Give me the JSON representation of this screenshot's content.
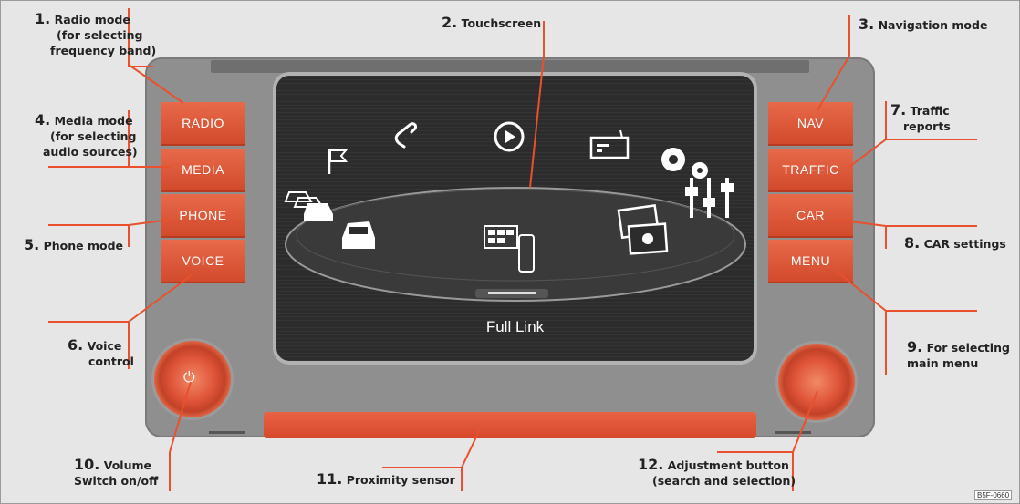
{
  "callouts": {
    "c1": {
      "num": "1.",
      "l1": "Radio mode",
      "l2": "(for selecting",
      "l3": "frequency band)"
    },
    "c2": {
      "num": "2.",
      "l1": "Touchscreen"
    },
    "c3": {
      "num": "3.",
      "l1": "Navigation mode"
    },
    "c4": {
      "num": "4.",
      "l1": "Media mode",
      "l2": "(for selecting",
      "l3": "audio sources)"
    },
    "c5": {
      "num": "5.",
      "l1": "Phone mode"
    },
    "c6": {
      "num": "6.",
      "l1": "Voice",
      "l2": "control"
    },
    "c7": {
      "num": "7.",
      "l1": "Traffic",
      "l2": "reports"
    },
    "c8": {
      "num": "8.",
      "l1": "CAR settings"
    },
    "c9": {
      "num": "9.",
      "l1": "For selecting",
      "l2": "main menu"
    },
    "c10": {
      "num": "10.",
      "l1": "Volume",
      "l2": "Switch on/off"
    },
    "c11": {
      "num": "11.",
      "l1": "Proximity sensor"
    },
    "c12": {
      "num": "12.",
      "l1": "Adjustment button",
      "l2": "(search and selection)"
    }
  },
  "buttons": {
    "radio": "RADIO",
    "media": "MEDIA",
    "phone": "PHONE",
    "voice": "VOICE",
    "nav": "NAV",
    "traffic": "TRAFFIC",
    "car": "CAR",
    "menu": "MENU"
  },
  "screen": {
    "label": "Full Link",
    "icons": [
      "flag-icon",
      "phone-handset-icon",
      "play-icon",
      "radio-icon",
      "gears-icon",
      "equalizer-icon",
      "traffic-cars-icon",
      "car-icon",
      "apps-icon",
      "photo-icon"
    ]
  },
  "figure_code": "B5F-0660",
  "colors": {
    "accent": "#e0553a",
    "housing": "#8f8f8f",
    "screen": "#2c2c2c"
  }
}
